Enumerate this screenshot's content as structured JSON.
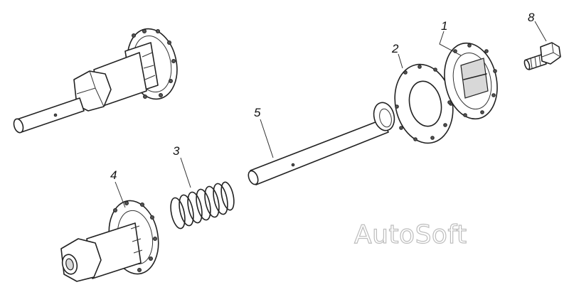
{
  "diagram": {
    "callouts": [
      {
        "id": "label-1",
        "text": "1"
      },
      {
        "id": "label-2",
        "text": "2"
      },
      {
        "id": "label-3",
        "text": "3"
      },
      {
        "id": "label-4",
        "text": "4"
      },
      {
        "id": "label-5",
        "text": "5"
      },
      {
        "id": "label-8",
        "text": "8"
      }
    ],
    "watermark": "AutoSoft"
  }
}
